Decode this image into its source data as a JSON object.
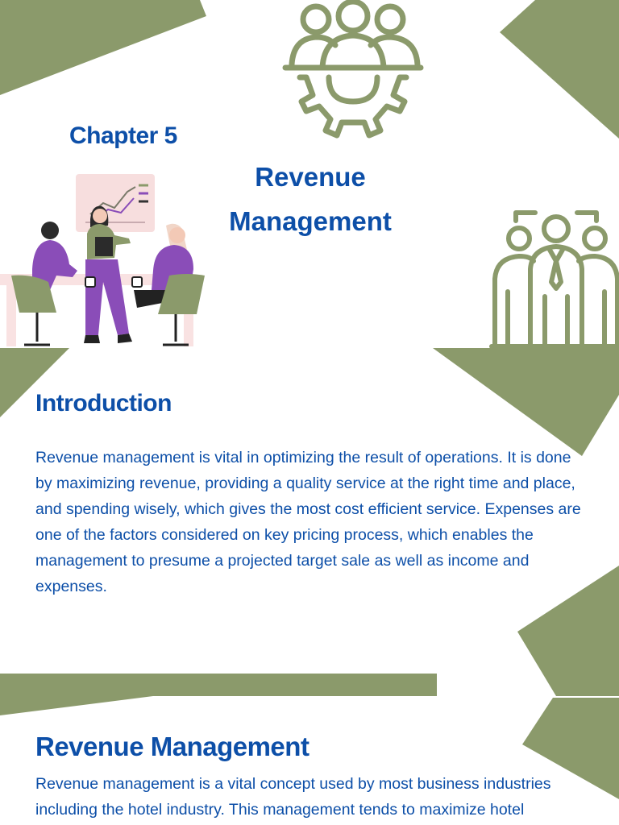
{
  "page": {
    "chapter_label": "Chapter 5",
    "title_line1": "Revenue",
    "title_line2": "Management"
  },
  "introduction": {
    "heading": "Introduction",
    "body": "Revenue management is vital in optimizing the result of operations. It is done by maximizing revenue, providing a quality service at the right time and place, and spending wisely, which gives the most cost efficient service. Expenses are one of the factors considered on key pricing process, which enables the management to presume a projected target sale as well as income and expenses."
  },
  "revenue_section": {
    "heading": "Revenue Management",
    "body": "Revenue management is a vital concept used by most business industries including the hotel industry. This management tends to maximize hotel"
  },
  "icons": {
    "team_gear": "team-gear-icon",
    "business_team": "business-team-icon",
    "meeting_illustration": "meeting-illustration"
  },
  "colors": {
    "accent_green": "#8b9a6b",
    "heading_blue": "#0d4fa8",
    "figure_purple": "#8a4db8"
  }
}
